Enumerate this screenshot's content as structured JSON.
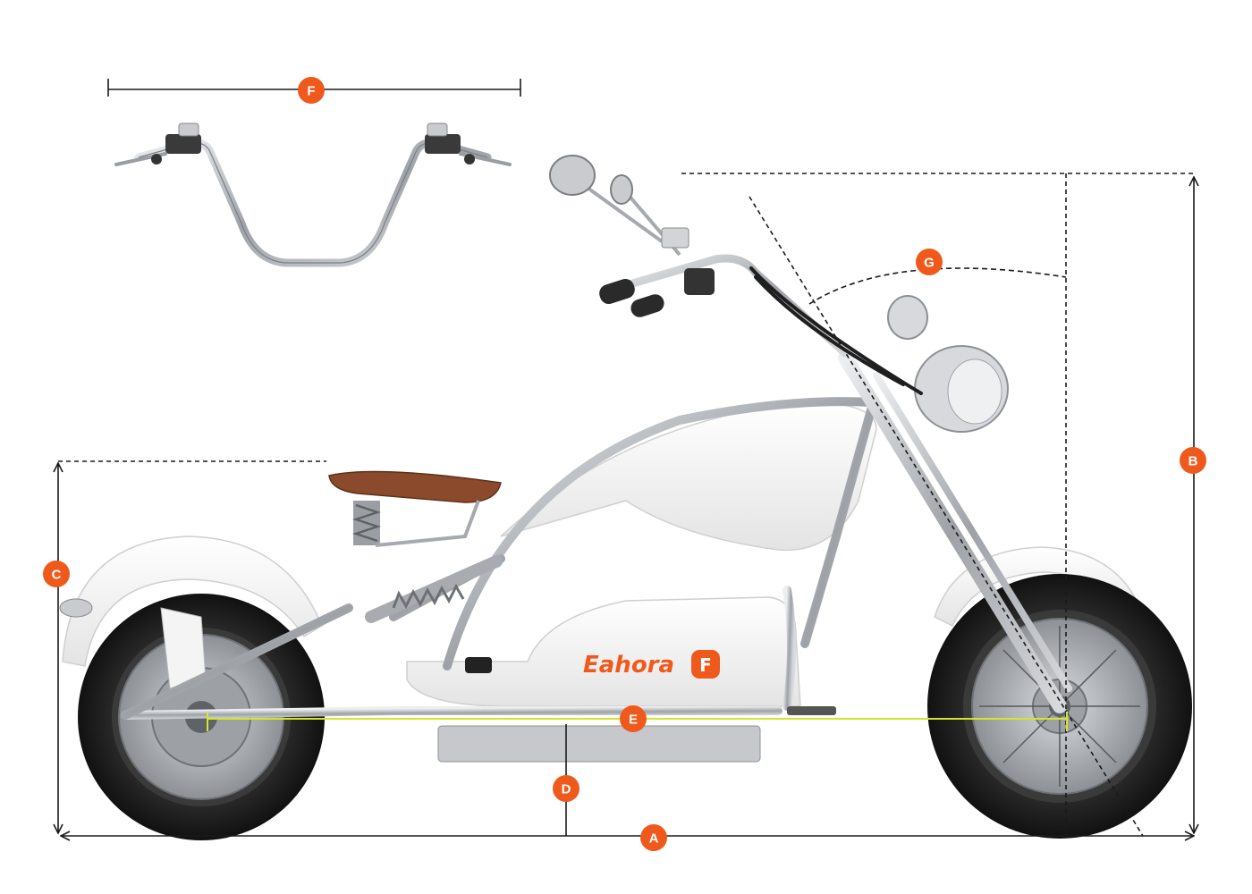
{
  "brand": {
    "logo_text": "Eahora",
    "logo_badge": "F",
    "accent_color": "#ef5a1c"
  },
  "dimension_markers": [
    {
      "key": "a",
      "label": "A"
    },
    {
      "key": "b",
      "label": "B"
    },
    {
      "key": "c",
      "label": "C"
    },
    {
      "key": "d",
      "label": "D"
    },
    {
      "key": "e",
      "label": "E"
    },
    {
      "key": "f",
      "label": "F"
    },
    {
      "key": "g",
      "label": "G"
    }
  ],
  "colors": {
    "dimension_line": "#1a1a1a",
    "wheelbase_line": "#d4e62a",
    "chrome": "#b9bcc0",
    "body": "#f2f2f2",
    "tire": "#1e1e1e",
    "seat": "#8a4a2b"
  }
}
